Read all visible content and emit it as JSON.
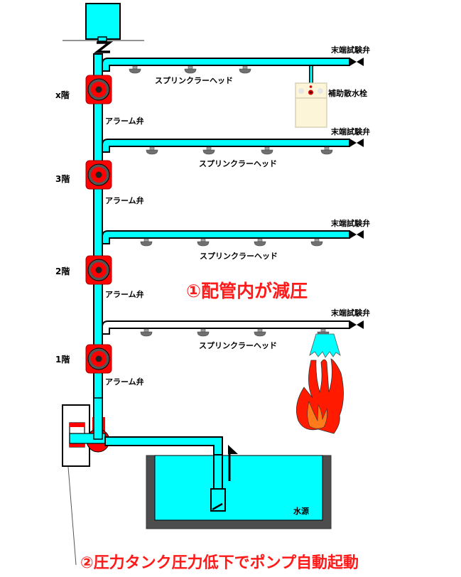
{
  "diagram": {
    "title": "Wet-pipe sprinkler system operation",
    "colors": {
      "water": "#00ffff",
      "pipe_outline": "#000000",
      "alarm_valve": "#ff0000",
      "tank_wall": "#4d4d4d",
      "hydrant_body": "#fdf5d8",
      "sprinkler_head": "#707070",
      "callout_text": "#ff1a1a",
      "flame_outer": "#ff1a00",
      "flame_inner": "#ff7a1a"
    },
    "floors": [
      {
        "label": "x階",
        "alarm_valve_label": "アラーム弁",
        "sprinkler_label": "スプリンクラーヘッド",
        "end_test_valve_label": "末端試験弁",
        "pipe_state": "filled"
      },
      {
        "label": "3階",
        "alarm_valve_label": "アラーム弁",
        "sprinkler_label": "スプリンクラーヘッド",
        "end_test_valve_label": "末端試験弁",
        "pipe_state": "filled"
      },
      {
        "label": "2階",
        "alarm_valve_label": "アラーム弁",
        "sprinkler_label": "スプリンクラーヘッド",
        "end_test_valve_label": "末端試験弁",
        "pipe_state": "filled"
      },
      {
        "label": "1階",
        "alarm_valve_label": "アラーム弁",
        "sprinkler_label": "スプリンクラーヘッド",
        "end_test_valve_label": "末端試験弁",
        "pipe_state": "empty"
      }
    ],
    "auxiliary_hydrant_label": "補助散水栓",
    "water_source_label": "水源",
    "callouts": {
      "step1": "①配管内が減圧",
      "step2": "②圧力タンク圧力低下でポンプ自動起動"
    }
  }
}
